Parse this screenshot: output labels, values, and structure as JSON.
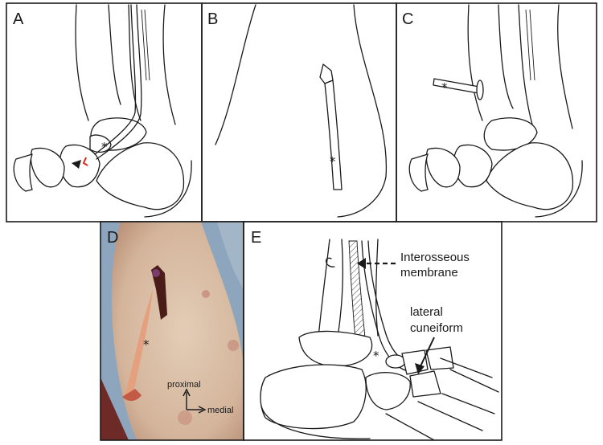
{
  "panels": {
    "a": {
      "letter": "A",
      "tendon_marker": "*"
    },
    "b": {
      "letter": "B",
      "tendon_marker": "*"
    },
    "c": {
      "letter": "C",
      "tendon_marker": "*"
    },
    "d": {
      "letter": "D",
      "tendon_marker": "*",
      "orientation": {
        "up_label": "proximal",
        "right_label": "medial"
      }
    },
    "e": {
      "letter": "E",
      "tendon_marker": "*",
      "labels": {
        "membrane_line1": "Interosseous",
        "membrane_line2": "membrane",
        "cuneiform_line1": "lateral",
        "cuneiform_line2": "cuneiform"
      }
    }
  },
  "colors": {
    "outline": "#1a1a1a",
    "tunnel_highlight": "#e0271b",
    "skin": "#d8bca3",
    "drape": "#8ea6bd"
  },
  "icons": [
    "arrowhead-icon",
    "dashed-arrow-icon",
    "solid-arrow-icon",
    "orientation-axes-icon"
  ]
}
